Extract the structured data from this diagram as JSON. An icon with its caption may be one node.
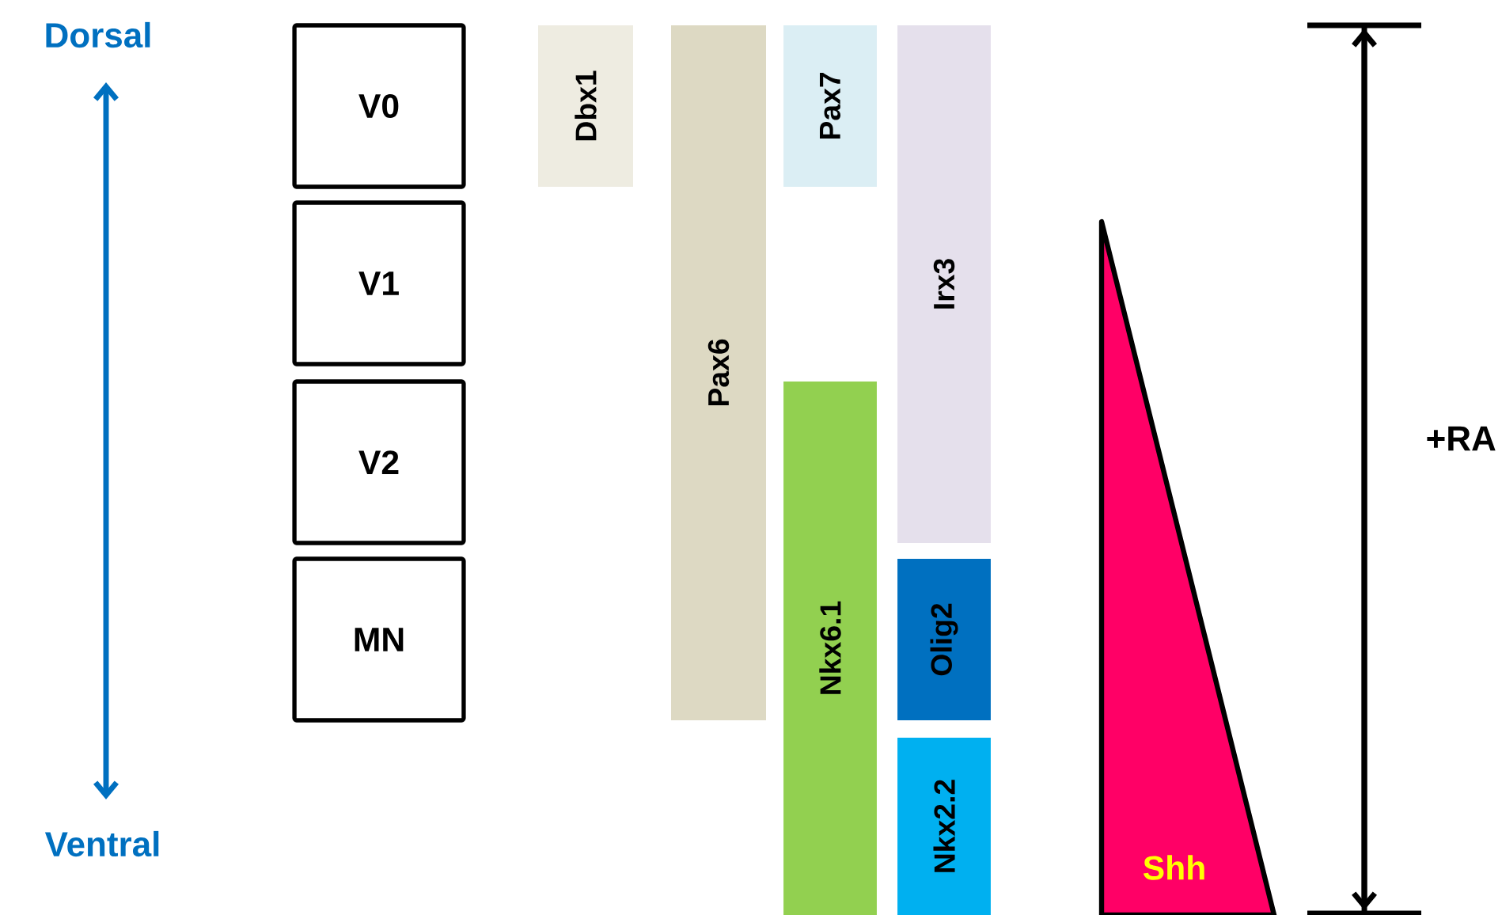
{
  "diagram": {
    "nodes": [
      {
        "text": [
          "V0"
        ]
      },
      {
        "text": [
          "V1"
        ]
      },
      {
        "text": [
          "V2"
        ]
      },
      {
        "text": [
          "MN"
        ]
      },
      {
        "text": [
          "Dbx1"
        ]
      },
      {
        "text": [
          "Pax6"
        ]
      },
      {
        "text": [
          "Pax7"
        ]
      },
      {
        "text": [
          "Nkx6.1"
        ]
      },
      {
        "text": [
          "Irx3"
        ]
      },
      {
        "text": [
          "Olig2"
        ]
      },
      {
        "text": [
          "Nkx2.2"
        ]
      },
      {
        "text": [
          "Shh"
        ]
      }
    ],
    "labels": [
      "Dorsal",
      "Ventral",
      "+RA"
    ]
  }
}
